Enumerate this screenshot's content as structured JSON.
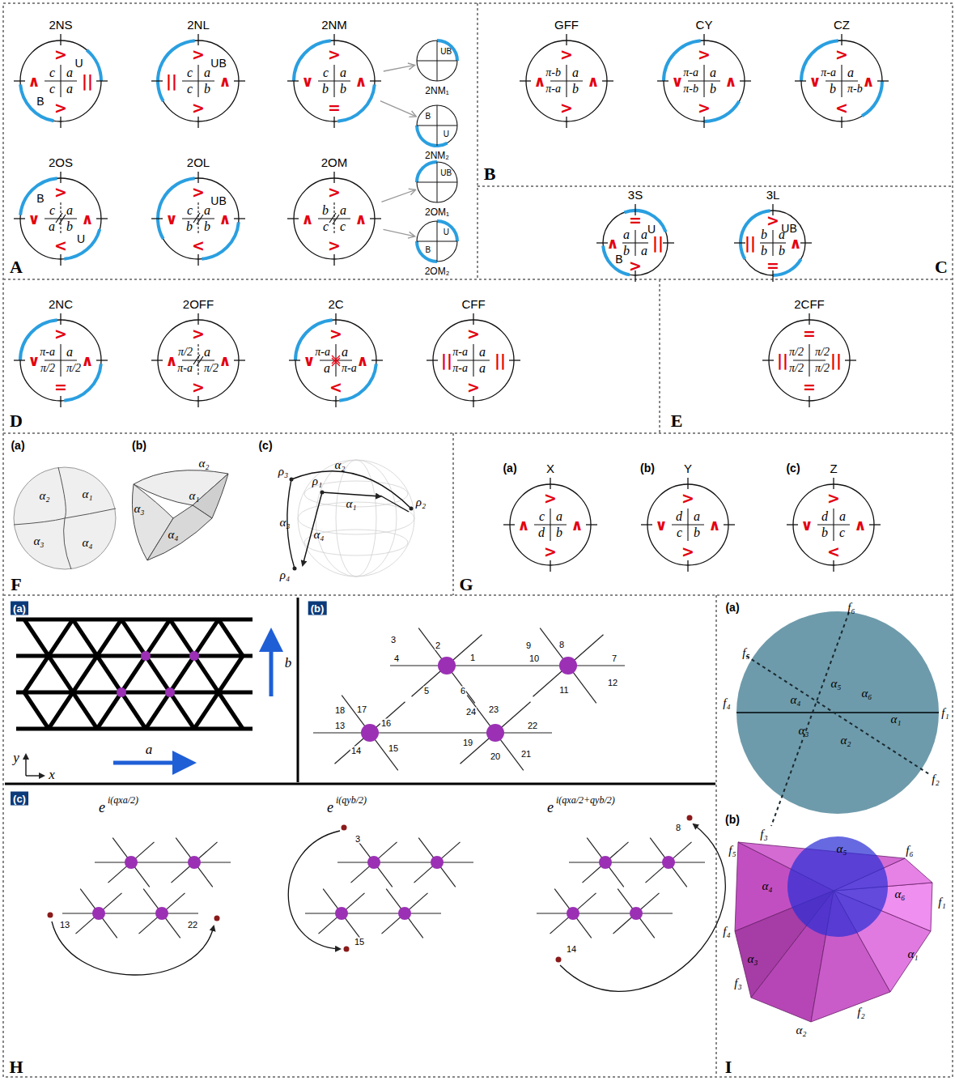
{
  "diagram": {
    "nodes": [
      {
        "text": [
          "2NS",
          ">",
          "||",
          ">",
          "∧",
          "c",
          "a",
          "c",
          "a",
          "U",
          "B"
        ]
      },
      {
        "text": [
          "2NL",
          ">",
          "∧",
          ">",
          "||",
          "c",
          "a",
          "c",
          "b",
          "UB"
        ]
      },
      {
        "text": [
          "2NM",
          ">",
          "∧",
          "=",
          "∨",
          "c",
          "a",
          "b",
          "b"
        ]
      },
      {
        "text": [
          "2NM₁",
          "UB"
        ]
      },
      {
        "text": [
          "2NM₂",
          "B",
          "U"
        ]
      },
      {
        "text": [
          "2OS",
          ">",
          "∧",
          "<",
          "∨",
          "c",
          "a",
          "a",
          "b",
          "B",
          "U"
        ]
      },
      {
        "text": [
          "2OL",
          ">",
          "∧",
          "<",
          "∨",
          "c",
          "a",
          "b",
          "b",
          "UB"
        ]
      },
      {
        "text": [
          "2OM",
          ">",
          "∧",
          ">",
          "∧",
          "b",
          "a",
          "c",
          "c"
        ]
      },
      {
        "text": [
          "2OM₁",
          "UB"
        ]
      },
      {
        "text": [
          "2OM₂",
          "U",
          "B"
        ]
      },
      {
        "text": [
          "GFF",
          ">",
          "∧",
          ">",
          "∧",
          "π-b",
          "a",
          "π-a",
          "b"
        ]
      },
      {
        "text": [
          "CY",
          ">",
          "∧",
          ">",
          "∨",
          "π-a",
          "a",
          "π-b",
          "b"
        ]
      },
      {
        "text": [
          "CZ",
          ">",
          "∧",
          "<",
          "∨",
          "π-a",
          "a",
          "b",
          "π-b"
        ]
      },
      {
        "text": [
          "3S",
          "=",
          "||",
          ">",
          "∧",
          "a",
          "a",
          "b",
          "a",
          "U",
          "B"
        ]
      },
      {
        "text": [
          "3L",
          ">",
          "∧",
          "=",
          "||",
          "b",
          "a",
          "b",
          "b",
          "UB"
        ]
      },
      {
        "text": [
          "2NC",
          ">",
          "∧",
          "=",
          "∨",
          "π-a",
          "a",
          "π/2",
          "π/2"
        ]
      },
      {
        "text": [
          "2OFF",
          ">",
          "∧",
          ">",
          "∧",
          "π/2",
          "a",
          "π-a",
          "π/2"
        ]
      },
      {
        "text": [
          "2C",
          ">",
          "∧",
          "<",
          "∨",
          "π-a",
          "a",
          "a",
          "π-a"
        ]
      },
      {
        "text": [
          "CFF",
          ">",
          "||",
          ">",
          "||",
          "π-a",
          "a",
          "π-a",
          "a"
        ]
      },
      {
        "text": [
          "2CFF",
          "=",
          "||",
          "=",
          "||",
          "π/2",
          "π/2",
          "π/2",
          "π/2"
        ]
      },
      {
        "text": [
          "α₂",
          "α₁",
          "α₃",
          "α₄"
        ]
      },
      {
        "text": [
          "X",
          ">",
          "∧",
          ">",
          "∧",
          "c",
          "a",
          "d",
          "b"
        ]
      },
      {
        "text": [
          "Y",
          ">",
          "∧",
          ">",
          "∨",
          "d",
          "a",
          "c",
          "b"
        ]
      },
      {
        "text": [
          "Z",
          ">",
          "∧",
          "<",
          "∨",
          "d",
          "a",
          "b",
          "c"
        ]
      },
      {
        "text": [
          "α₁",
          "α₂",
          "α₃",
          "α₄",
          "α₅",
          "α₆"
        ]
      }
    ],
    "edges": [
      {
        "from": 2,
        "to": 3,
        "arrow": "to"
      },
      {
        "from": 2,
        "to": 4,
        "arrow": "to"
      },
      {
        "from": 7,
        "to": 8,
        "arrow": "to"
      },
      {
        "from": 7,
        "to": 9,
        "arrow": "to"
      }
    ],
    "labels": [
      "A",
      "B",
      "C",
      "D",
      "E",
      "F",
      "G",
      "H",
      "I",
      "(a)",
      "(b)",
      "(c)",
      "α₂",
      "α₃",
      "α₁",
      "α₄",
      "ρ₃",
      "α₂",
      "ρ₁",
      "α₁",
      "ρ₂",
      "α₃",
      "α₄",
      "ρ₄",
      "(a)",
      "(b)",
      "(c)",
      "(a)",
      "b",
      "a",
      "y",
      "x",
      "(b)",
      "1",
      "2",
      "3",
      "4",
      "5",
      "6",
      "7",
      "8",
      "9",
      "10",
      "11",
      "12",
      "13",
      "14",
      "15",
      "16",
      "17",
      "18",
      "19",
      "20",
      "21",
      "22",
      "23",
      "24",
      "(c)",
      "e",
      "i(qxa/2)",
      "13",
      "22",
      "e",
      "i(qyb/2)",
      "3",
      "15",
      "e",
      "i(qxa/2+qyb/2)",
      "8",
      "14",
      "(a)",
      "f₆",
      "f₅",
      "f₁",
      "f₄",
      "f₂",
      "f₃",
      "(b)",
      "f₅",
      "α₅",
      "f₆",
      "α₄",
      "α₆",
      "f₁",
      "f₄",
      "α₃",
      "α₁",
      "f₃",
      "f₂",
      "α₂"
    ]
  }
}
